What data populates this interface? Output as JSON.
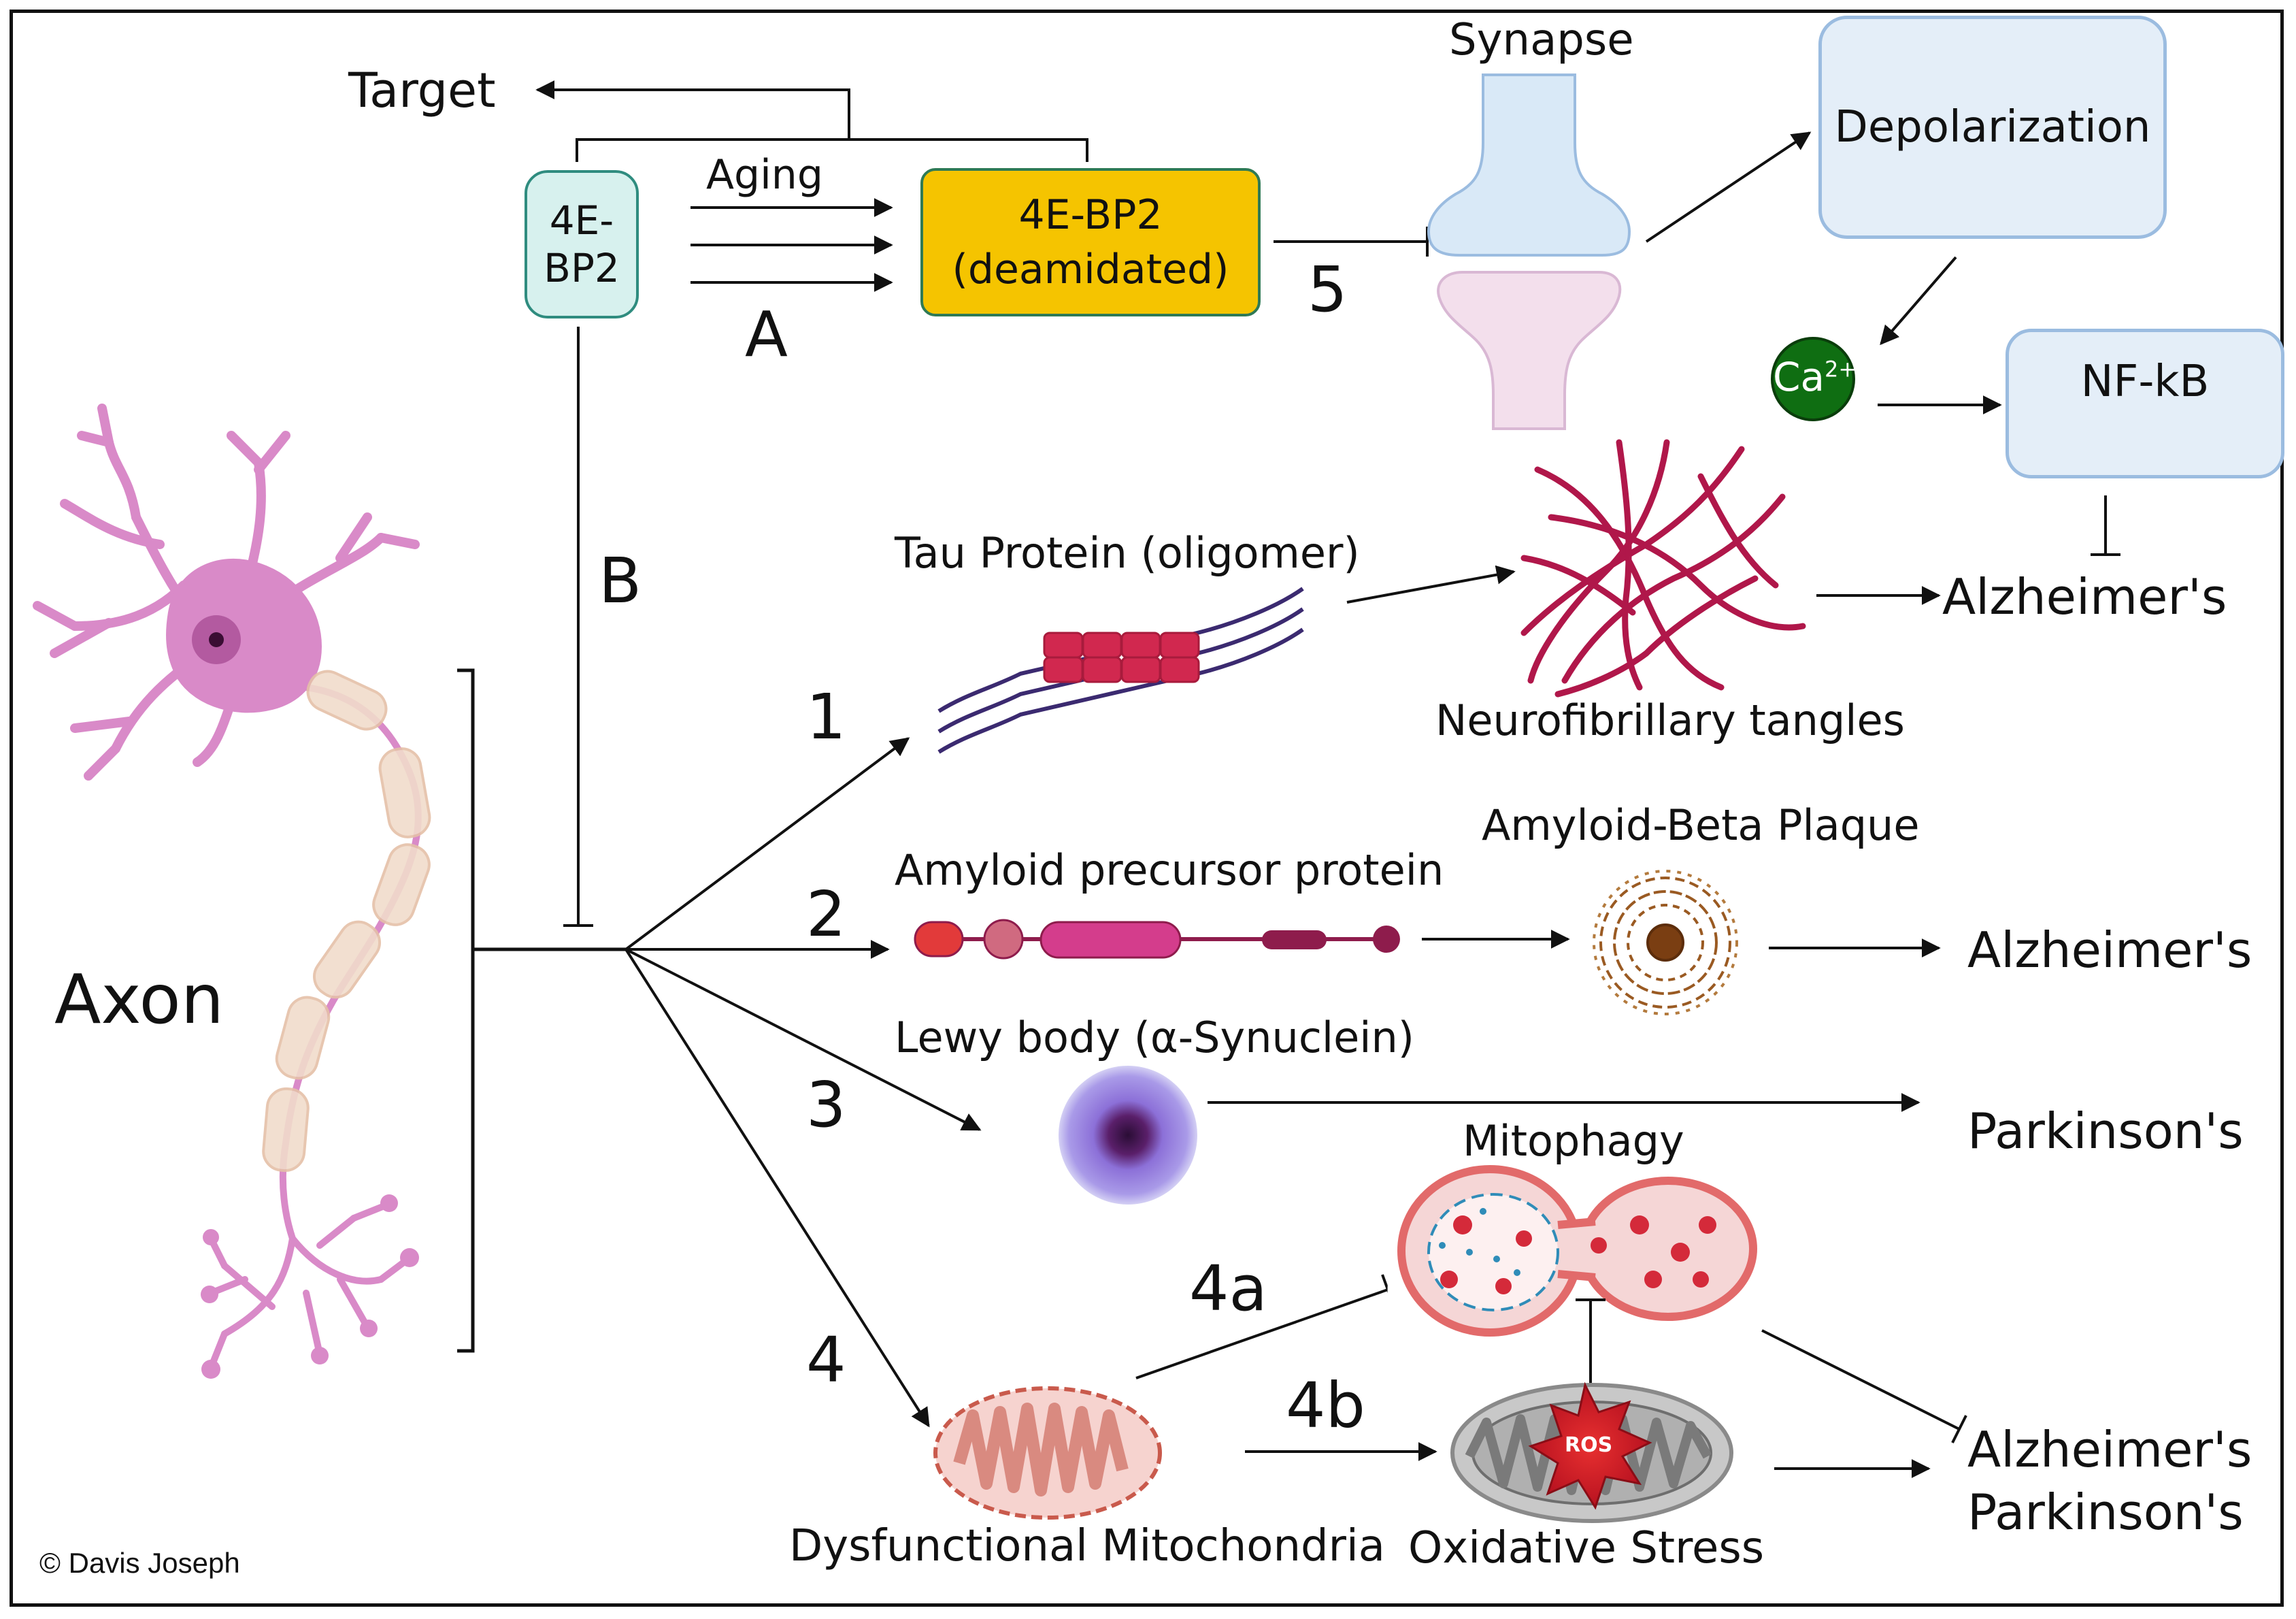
{
  "labels": {
    "target": "Target",
    "aging": "Aging",
    "letter_a": "A",
    "letter_b": "B",
    "num_5": "5",
    "synapse": "Synapse",
    "depolarization": "Depolarization",
    "nfkb": "NF-kB",
    "calcium": "Ca",
    "calcium_charge": "2+",
    "alz_1": "Alzheimer's",
    "tau": "Tau Protein (oligomer)",
    "tangles": "Neurofibrillary tangles",
    "axon": "Axon",
    "num_1": "1",
    "num_2": "2",
    "num_3": "3",
    "num_4": "4",
    "num_4a": "4a",
    "num_4b": "4b",
    "app": "Amyloid precursor protein",
    "plaque": "Amyloid-Beta Plaque",
    "alz_2": "Alzheimer's",
    "lewy": "Lewy body (α-Synuclein)",
    "parkinsons": "Parkinson's",
    "mitophagy": "Mitophagy",
    "ros": "ROS",
    "dysfunctional": "Dysfunctional Mitochondria",
    "oxidative": "Oxidative Stress",
    "alz_3": "Alzheimer's",
    "park_2": "Parkinson's",
    "copyright": "© Davis Joseph"
  },
  "boxes": {
    "bp2_line1": "4E-",
    "bp2_line2": "BP2",
    "deam_line1": "4E-BP2",
    "deam_line2": "(deamidated)"
  },
  "colors": {
    "bp2_fill": "#d7f1ee",
    "bp2_border": "#2f8c7f",
    "deam_fill": "#f5c400",
    "deam_border": "#2f7a55",
    "blue_box_fill": "#e4eef8",
    "blue_box_border": "#9bbce0",
    "calcium_fill": "#0f6e12",
    "neuron": "#d98ac8",
    "tau": "#d1284f",
    "plaque": "#9a5a22",
    "lewy": "#8a6ad8",
    "mito_red": "#e27a7a",
    "ros": "#d0202a"
  }
}
